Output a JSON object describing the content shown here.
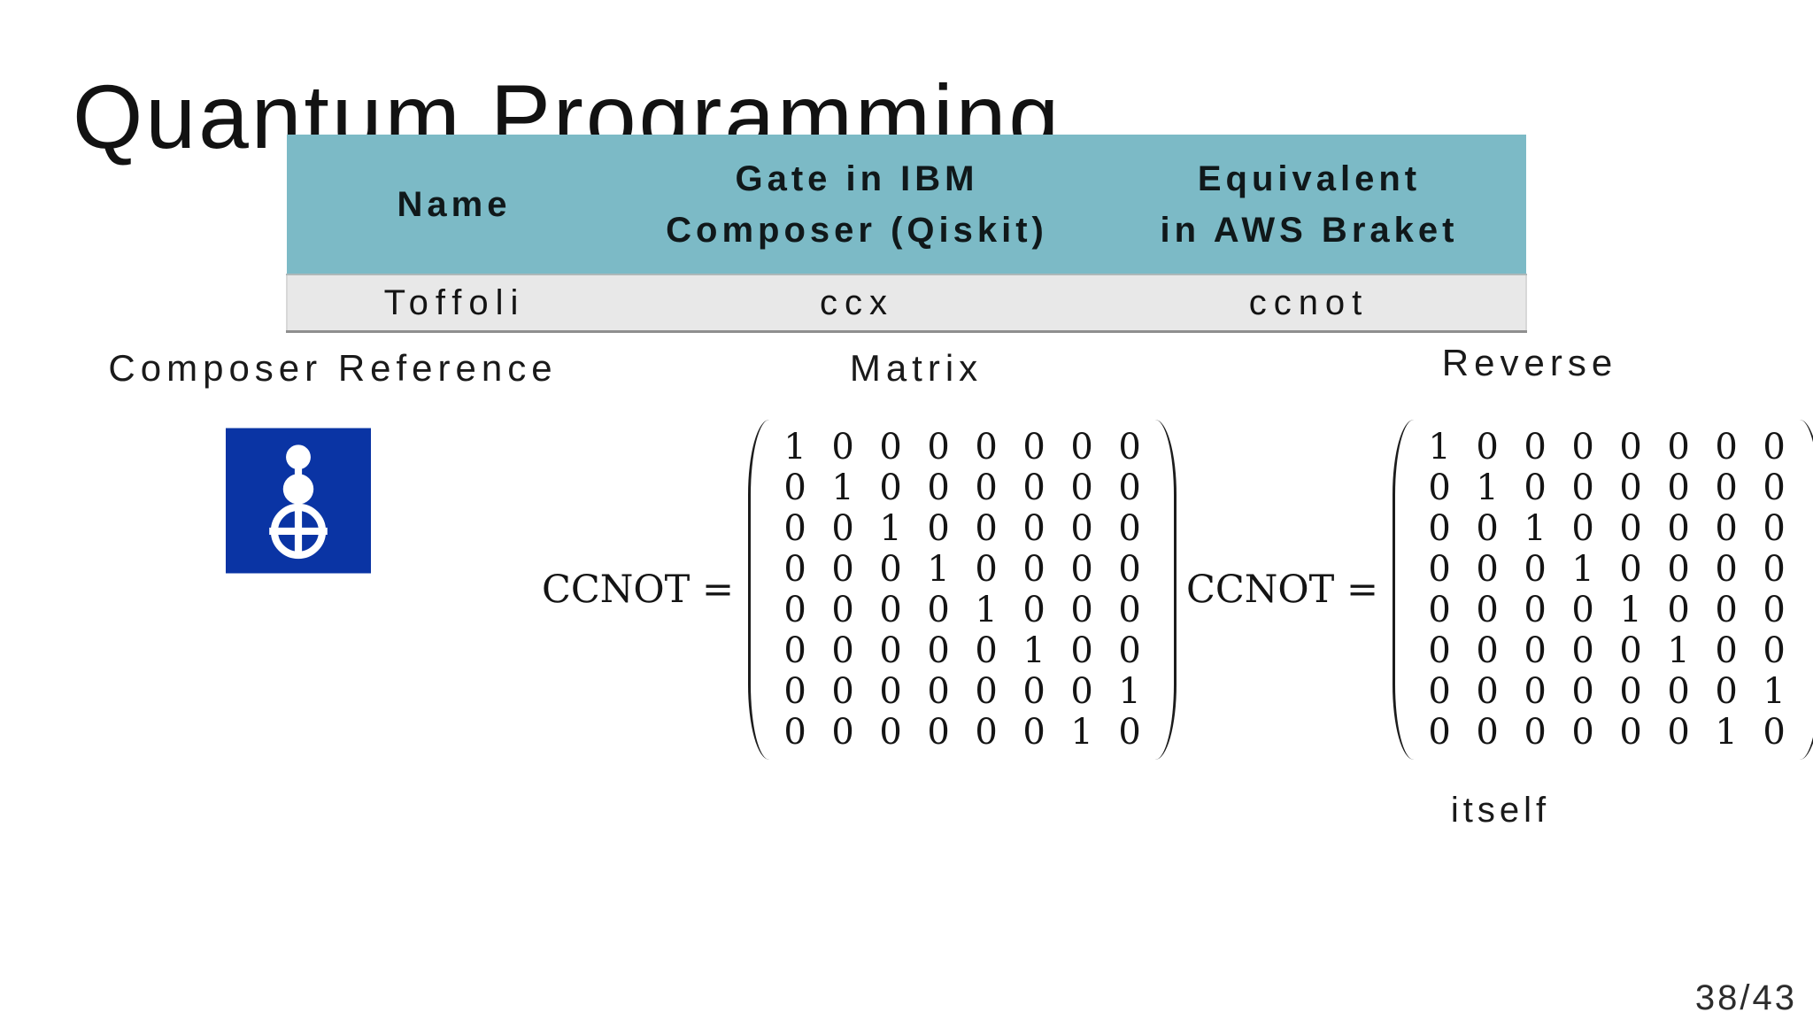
{
  "slide": {
    "title": "Quantum Programming",
    "page_number": "38/43",
    "background": "#ffffff"
  },
  "table": {
    "header_bg": "#7cbac6",
    "row_bg": "#e8e8e8",
    "headers": [
      "Name",
      "Gate in IBM\nComposer (Qiskit)",
      "Equivalent\nin AWS Braket"
    ],
    "rows": [
      [
        "Toffoli",
        "ccx",
        "ccnot"
      ]
    ]
  },
  "sections": {
    "composer_reference_label": "Composer Reference",
    "matrix_label": "Matrix",
    "reverse_label": "Reverse",
    "itself_label": "itself"
  },
  "composer_icon": {
    "description": "toffoli-gate-icon",
    "background_color": "#0a34a4",
    "glyph_color": "#ffffff"
  },
  "matrices": [
    {
      "id": "ccnot-matrix",
      "label": "CCNOT =",
      "values": [
        [
          1,
          0,
          0,
          0,
          0,
          0,
          0,
          0
        ],
        [
          0,
          1,
          0,
          0,
          0,
          0,
          0,
          0
        ],
        [
          0,
          0,
          1,
          0,
          0,
          0,
          0,
          0
        ],
        [
          0,
          0,
          0,
          1,
          0,
          0,
          0,
          0
        ],
        [
          0,
          0,
          0,
          0,
          1,
          0,
          0,
          0
        ],
        [
          0,
          0,
          0,
          0,
          0,
          1,
          0,
          0
        ],
        [
          0,
          0,
          0,
          0,
          0,
          0,
          0,
          1
        ],
        [
          0,
          0,
          0,
          0,
          0,
          0,
          1,
          0
        ]
      ]
    },
    {
      "id": "ccnot-reverse-matrix",
      "label": "CCNOT =",
      "values": [
        [
          1,
          0,
          0,
          0,
          0,
          0,
          0,
          0
        ],
        [
          0,
          1,
          0,
          0,
          0,
          0,
          0,
          0
        ],
        [
          0,
          0,
          1,
          0,
          0,
          0,
          0,
          0
        ],
        [
          0,
          0,
          0,
          1,
          0,
          0,
          0,
          0
        ],
        [
          0,
          0,
          0,
          0,
          1,
          0,
          0,
          0
        ],
        [
          0,
          0,
          0,
          0,
          0,
          1,
          0,
          0
        ],
        [
          0,
          0,
          0,
          0,
          0,
          0,
          0,
          1
        ],
        [
          0,
          0,
          0,
          0,
          0,
          0,
          1,
          0
        ]
      ]
    }
  ]
}
